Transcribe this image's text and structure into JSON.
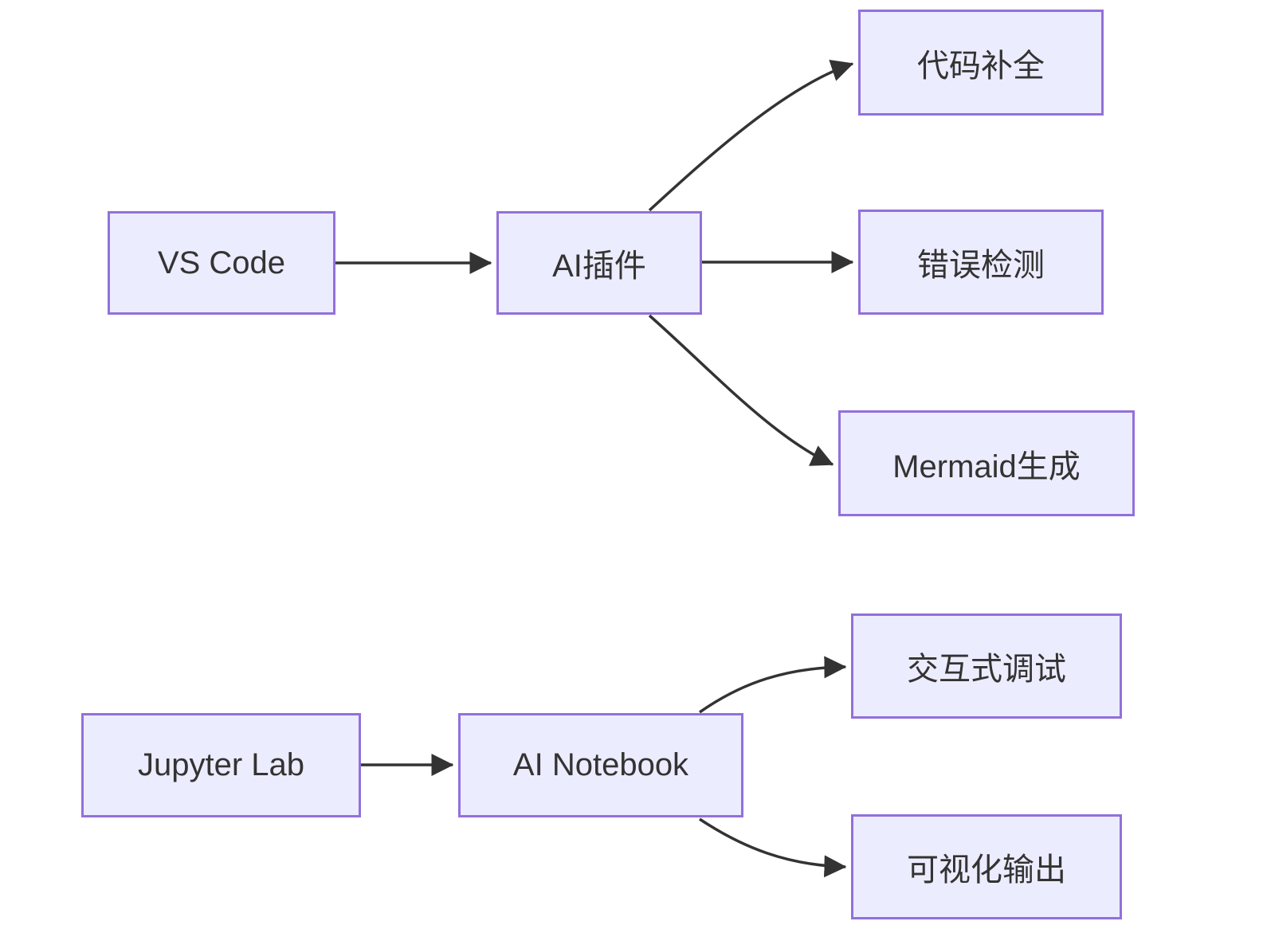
{
  "diagram": {
    "type": "flowchart-left-to-right",
    "nodes": {
      "vscode": {
        "label": "VS Code"
      },
      "ai_plugin": {
        "label": "AI插件"
      },
      "code_completion": {
        "label": "代码补全"
      },
      "error_detection": {
        "label": "错误检测"
      },
      "mermaid_generation": {
        "label": "Mermaid生成"
      },
      "jupyter_lab": {
        "label": "Jupyter Lab"
      },
      "ai_notebook": {
        "label": "AI Notebook"
      },
      "interactive_debugging": {
        "label": "交互式调试"
      },
      "visual_output": {
        "label": "可视化输出"
      }
    },
    "edges": [
      {
        "from": "vscode",
        "to": "ai_plugin",
        "arrow": true
      },
      {
        "from": "ai_plugin",
        "to": "code_completion",
        "arrow": true
      },
      {
        "from": "ai_plugin",
        "to": "error_detection",
        "arrow": true
      },
      {
        "from": "ai_plugin",
        "to": "mermaid_generation",
        "arrow": true
      },
      {
        "from": "jupyter_lab",
        "to": "ai_notebook",
        "arrow": true
      },
      {
        "from": "ai_notebook",
        "to": "interactive_debugging",
        "arrow": true
      },
      {
        "from": "ai_notebook",
        "to": "visual_output",
        "arrow": true
      }
    ],
    "colors": {
      "background": "#FFFFFF",
      "node_fill": "#ECECFF",
      "node_border": "#9370DB",
      "edge_stroke": "#333333",
      "text": "#333333"
    }
  }
}
